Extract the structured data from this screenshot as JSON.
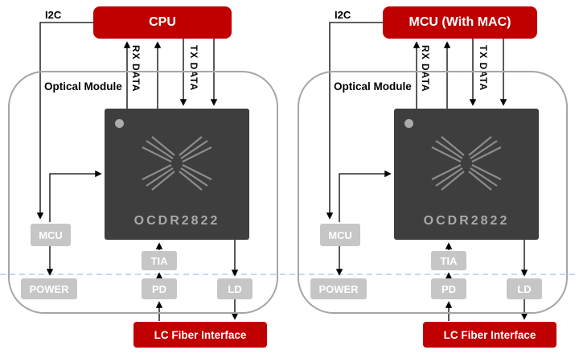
{
  "colors": {
    "accent_red": "#C00000",
    "chip_body": "#3E3E3E",
    "chip_text": "#A9A9A9",
    "gray_box": "#C6C6C6",
    "module_border": "#A6A6A6",
    "dashed_line": "#9DC3E6",
    "line_black": "#000000"
  },
  "panels": [
    {
      "host": "CPU",
      "i2c": "I2C",
      "rx": "RX DATA",
      "tx": "TX DATA",
      "module": "Optical Module",
      "chip": "OCDR2822",
      "mcu": "MCU",
      "power": "POWER",
      "tia": "TIA",
      "pd": "PD",
      "ld": "LD",
      "fiber": "LC Fiber Interface"
    },
    {
      "host": "MCU (With MAC)",
      "i2c": "I2C",
      "rx": "RX DATA",
      "tx": "TX DATA",
      "module": "Optical Module",
      "chip": "OCDR2822",
      "mcu": "MCU",
      "power": "POWER",
      "tia": "TIA",
      "pd": "PD",
      "ld": "LD",
      "fiber": "LC Fiber Interface"
    }
  ]
}
